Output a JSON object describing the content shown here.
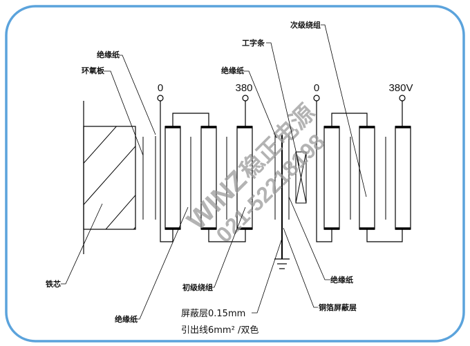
{
  "terminals": {
    "primary_start": "0",
    "primary_end": "380",
    "secondary_start": "0",
    "secondary_end": "380V"
  },
  "labels": {
    "insulation_paper_top_left": "绝缘纸",
    "epoxy_board": "环氧板",
    "i_bar": "工字条",
    "insulation_paper_top_mid": "绝缘纸",
    "secondary_winding": "次级绕组",
    "iron_core": "铁芯",
    "primary_winding": "初级绕组",
    "insulation_paper_bottom": "绝缘纸",
    "insulation_paper_right": "绝缘纸",
    "copper_foil_shield": "铜箔屏蔽层",
    "shield_note_1": "屏蔽层0.15mm",
    "shield_note_2": "引出线6mm² /双色"
  },
  "watermark": {
    "brand": "WINZ",
    "name": "稳正电源",
    "phone": "021-52218198"
  },
  "colors": {
    "frame": "#5ba3dc",
    "line": "#000000"
  }
}
